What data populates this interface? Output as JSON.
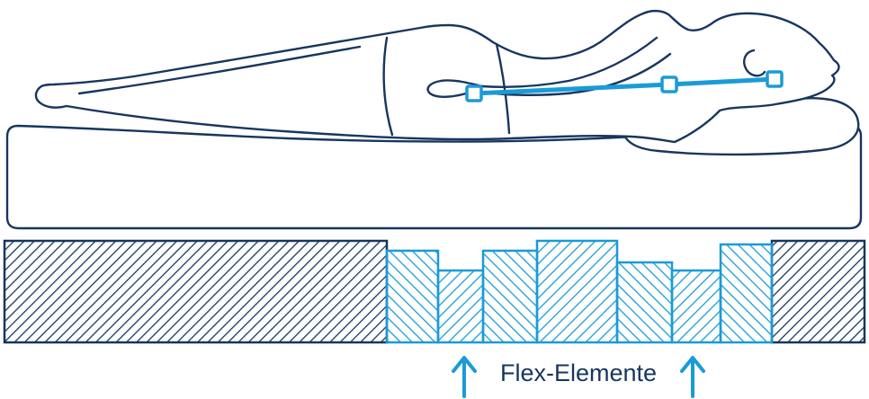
{
  "colors": {
    "outline": "#17365f",
    "accent": "#1a9bd7",
    "surface": "#ffffff"
  },
  "labels": {
    "flex_elements": "Flex-Elemente"
  },
  "figure": {
    "spine_marker_count": 3,
    "flex_zone_block_count": 7
  }
}
